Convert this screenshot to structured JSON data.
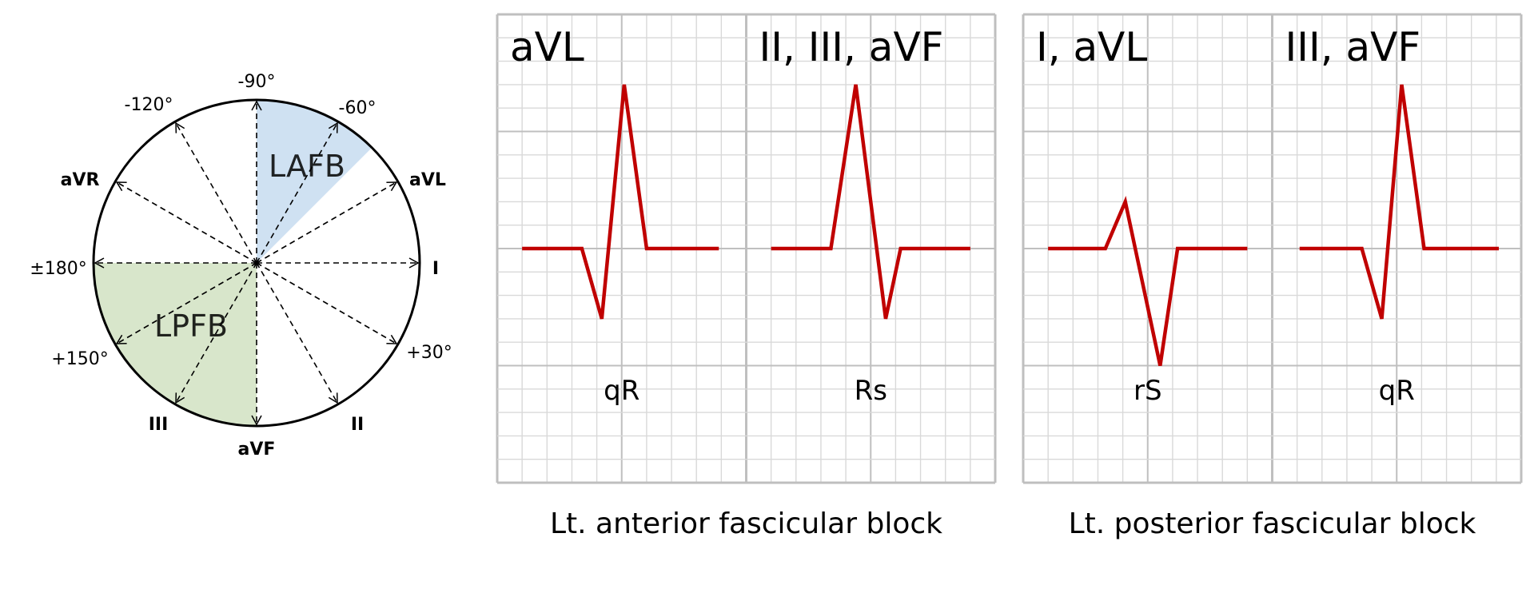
{
  "colors": {
    "lafb_fill": "#cfe1f2",
    "lpfb_fill": "#d8e6cb",
    "trace": "#c00000",
    "grid_minor": "#d9d9d9",
    "grid_major": "#bfbfbf"
  },
  "axis_wheel": {
    "axes": [
      {
        "angle": -90,
        "label": "-90°",
        "bold": false
      },
      {
        "angle": -120,
        "label": "-120°",
        "bold": false
      },
      {
        "angle": -60,
        "label": "-60°",
        "bold": false
      },
      {
        "angle": -150,
        "label": "aVR",
        "bold": true
      },
      {
        "angle": -30,
        "label": "aVL",
        "bold": true
      },
      {
        "angle": 180,
        "label": "±180°",
        "bold": false
      },
      {
        "angle": 0,
        "label": "I",
        "bold": true
      },
      {
        "angle": 150,
        "label": "+150°",
        "bold": false
      },
      {
        "angle": 30,
        "label": "+30°",
        "bold": false
      },
      {
        "angle": 120,
        "label": "III",
        "bold": true
      },
      {
        "angle": 90,
        "label": "aVF",
        "bold": true
      },
      {
        "angle": 60,
        "label": "II",
        "bold": true
      }
    ],
    "sectors": [
      {
        "name": "LAFB",
        "label": "LAFB",
        "from": -90,
        "to": -45
      },
      {
        "name": "LPFB",
        "label": "LPFB",
        "from": 90,
        "to": 180
      }
    ]
  },
  "panels": [
    {
      "caption": "Lt. anterior fascicular block",
      "strips": [
        {
          "leads": "aVL",
          "pattern": "qR",
          "waveform": [
            [
              1,
              0
            ],
            [
              3.4,
              0
            ],
            [
              4.2,
              -3
            ],
            [
              5.1,
              7
            ],
            [
              6.0,
              0
            ],
            [
              8.9,
              0
            ]
          ]
        },
        {
          "leads": "II, III, aVF",
          "pattern": "Rs",
          "waveform": [
            [
              1,
              0
            ],
            [
              3.4,
              0
            ],
            [
              4.4,
              7
            ],
            [
              5.6,
              -3
            ],
            [
              6.2,
              0
            ],
            [
              9.0,
              0
            ]
          ]
        }
      ]
    },
    {
      "caption": "Lt. posterior fascicular block",
      "strips": [
        {
          "leads": "I, aVL",
          "pattern": "rS",
          "waveform": [
            [
              1,
              0
            ],
            [
              3.3,
              0
            ],
            [
              4.1,
              2
            ],
            [
              5.5,
              -5
            ],
            [
              6.2,
              0
            ],
            [
              9.0,
              0
            ]
          ]
        },
        {
          "leads": "III, aVF",
          "pattern": "qR",
          "waveform": [
            [
              1.1,
              0
            ],
            [
              3.6,
              0
            ],
            [
              4.4,
              -3
            ],
            [
              5.2,
              7
            ],
            [
              6.1,
              0
            ],
            [
              9.1,
              0
            ]
          ]
        }
      ]
    }
  ]
}
